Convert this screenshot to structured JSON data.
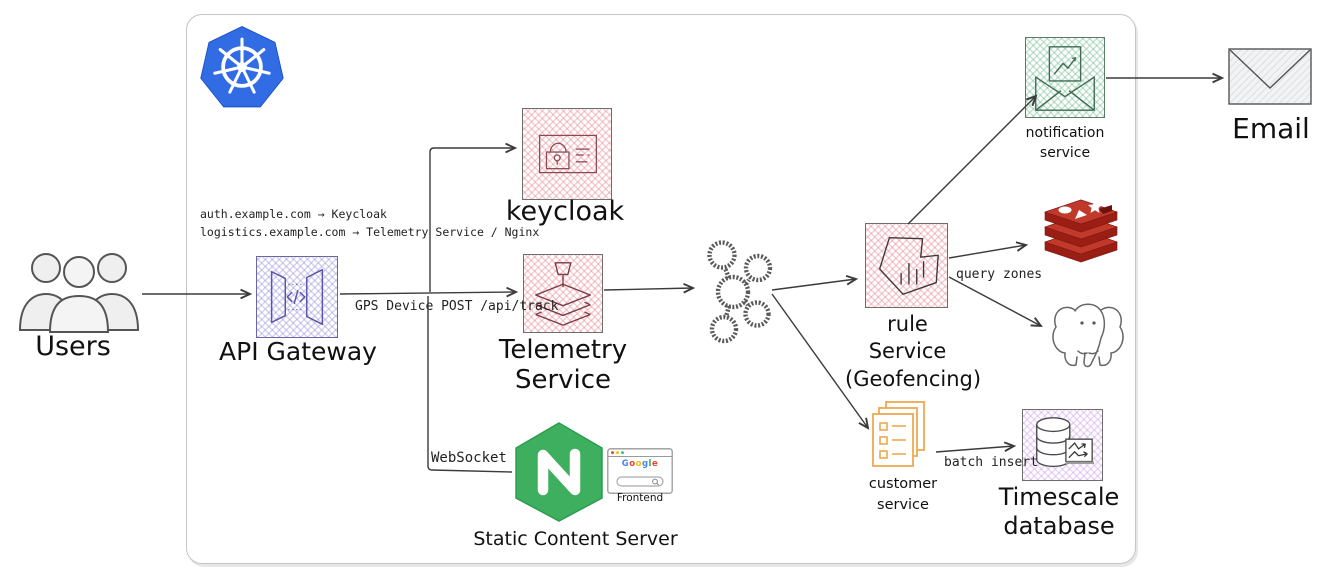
{
  "diagram": {
    "cluster": {
      "name": "kubernetes"
    },
    "nodes": {
      "users": {
        "label": "Users"
      },
      "api_gateway": {
        "label": "API Gateway"
      },
      "keycloak": {
        "label": "keycloak"
      },
      "telemetry": {
        "label": "Telemetry\nService"
      },
      "kafka": {
        "name": "kafka-broker"
      },
      "rule_service": {
        "label": "rule\nService\n(Geofencing)"
      },
      "notification": {
        "label": "notification\nservice"
      },
      "email": {
        "label": "Email"
      },
      "redis": {
        "name": "redis"
      },
      "postgresql": {
        "name": "postgresql"
      },
      "customer": {
        "label": "customer\nservice"
      },
      "timescale": {
        "label": "Timescale\ndatabase"
      },
      "static_server": {
        "label": "Static Content Server"
      },
      "frontend": {
        "label": "Frontend",
        "google_letters": [
          {
            "ch": "G",
            "color": "#4285F4"
          },
          {
            "ch": "o",
            "color": "#EA4335"
          },
          {
            "ch": "o",
            "color": "#FBBC05"
          },
          {
            "ch": "g",
            "color": "#4285F4"
          },
          {
            "ch": "l",
            "color": "#34A853"
          },
          {
            "ch": "e",
            "color": "#EA4335"
          }
        ]
      }
    },
    "annotations": {
      "routing": "auth.example.com → Keycloak\nlogistics.example.com → Telemetry Service / Nginx"
    },
    "edges": {
      "gps": "GPS Device POST /api/track",
      "websocket": "WebSocket",
      "query_zones": "query zones",
      "batch_insert": "batch insert"
    },
    "colors": {
      "kubernetes_blue": "#326ce5",
      "nginx_green": "#3daf5e",
      "redis_red": "#b72c24",
      "service_pink": "#e8828c",
      "gateway_purple": "#928ad8",
      "notification_green": "#6eb98c",
      "timescale_violet": "#c88ce6",
      "docs_orange": "#efa94e"
    }
  }
}
